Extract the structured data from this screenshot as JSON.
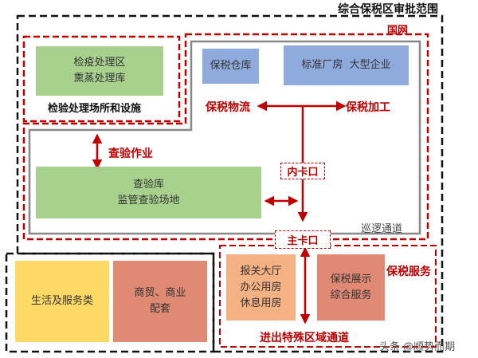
{
  "title": "综合保税区审批范围",
  "labels": {
    "wangwang": "国网",
    "inspection_area": "检验处理场所和设施",
    "check_work": "查验作业",
    "bonded_logistics": "保税物流",
    "bonded_processing": "保税加工",
    "patrol_channel": "巡逻通道",
    "bonded_service": "保税服务",
    "special_zone_channel": "进出特殊区域通道",
    "inner_gate": "内卡口",
    "main_gate": "主卡口"
  },
  "boxes": {
    "quarantine": [
      "检疫处理区",
      "熏蒸处理库"
    ],
    "bonded_warehouse": "保税仓库",
    "standard_factory": "标准厂房  大型企业",
    "inspection_warehouse": [
      "查验库",
      "监管查验场地"
    ],
    "life_service": "生活及服务类",
    "commerce": [
      "商贸、商业",
      "配套"
    ],
    "customs_hall": [
      "报关大厅",
      "办公用房",
      "休息用房"
    ],
    "bonded_display": [
      "保税展示",
      "综合服务"
    ]
  },
  "colors": {
    "green": "#a8d18d",
    "blue": "#8faadc",
    "yellow": "#ffd966",
    "salmon": "#e08a75",
    "orange": "#f4b183",
    "red": "#c00000"
  },
  "watermark": "头条 @顺势而期"
}
